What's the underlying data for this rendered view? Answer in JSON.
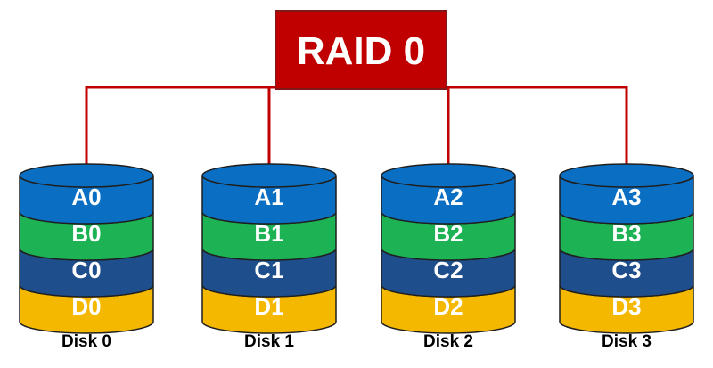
{
  "title": "RAID 0",
  "colors": {
    "root_fill": "#c00000",
    "root_stroke": "#7f1a1a",
    "connector": "#c00000",
    "layer_outline": "#1f1f1f",
    "layers": [
      "#0a6fc2",
      "#1db254",
      "#1f4e8c",
      "#f5b800"
    ]
  },
  "disks": [
    {
      "label": "Disk 0",
      "blocks": [
        "A0",
        "B0",
        "C0",
        "D0"
      ]
    },
    {
      "label": "Disk 1",
      "blocks": [
        "A1",
        "B1",
        "C1",
        "D1"
      ]
    },
    {
      "label": "Disk 2",
      "blocks": [
        "A2",
        "B2",
        "C2",
        "D2"
      ]
    },
    {
      "label": "Disk 3",
      "blocks": [
        "A3",
        "B3",
        "C3",
        "D3"
      ]
    }
  ]
}
